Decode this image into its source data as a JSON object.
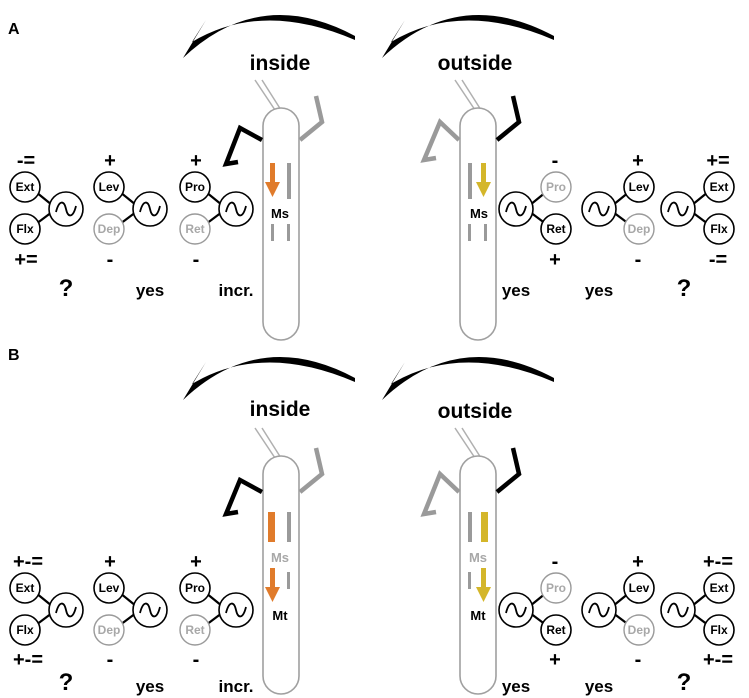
{
  "panels": [
    {
      "letter": "A",
      "inside_label": "inside",
      "outside_label": "outside",
      "stim_label": "Ms",
      "motor_label": "",
      "left_signs": {
        "extflx_top": "-=",
        "extflx_bottom": "+=",
        "levdep_top": "+",
        "levdep_bottom": "-",
        "proret_top": "+",
        "proret_bottom": "-"
      },
      "right_signs": {
        "proret_top": "-",
        "proret_bottom": "+",
        "levdep_top": "+",
        "levdep_bottom": "-",
        "extflx_top": "+=",
        "extflx_bottom": "-="
      },
      "left_answers": {
        "extflx": "?",
        "levdep": "yes",
        "proret": "incr."
      },
      "right_answers": {
        "proret": "yes",
        "levdep": "yes",
        "extflx": "?"
      }
    },
    {
      "letter": "B",
      "inside_label": "inside",
      "outside_label": "outside",
      "stim_label": "Ms",
      "motor_label": "Mt",
      "left_signs": {
        "extflx_top": "+-=",
        "extflx_bottom": "+-=",
        "levdep_top": "+",
        "levdep_bottom": "-",
        "proret_top": "+",
        "proret_bottom": "-"
      },
      "right_signs": {
        "proret_top": "-",
        "proret_bottom": "+",
        "levdep_top": "+",
        "levdep_bottom": "-",
        "extflx_top": "+-=",
        "extflx_bottom": "+-="
      },
      "left_answers": {
        "extflx": "?",
        "levdep": "yes",
        "proret": "incr."
      },
      "right_answers": {
        "proret": "yes",
        "levdep": "yes",
        "extflx": "?"
      }
    }
  ],
  "neurons": {
    "ext": "Ext",
    "flx": "Flx",
    "lev": "Lev",
    "dep": "Dep",
    "pro": "Pro",
    "ret": "Ret"
  },
  "colors": {
    "inside_arrow": "#e07b2b",
    "outside_arrow": "#d4b62a",
    "inactive_gray": "#9a9a9a"
  }
}
